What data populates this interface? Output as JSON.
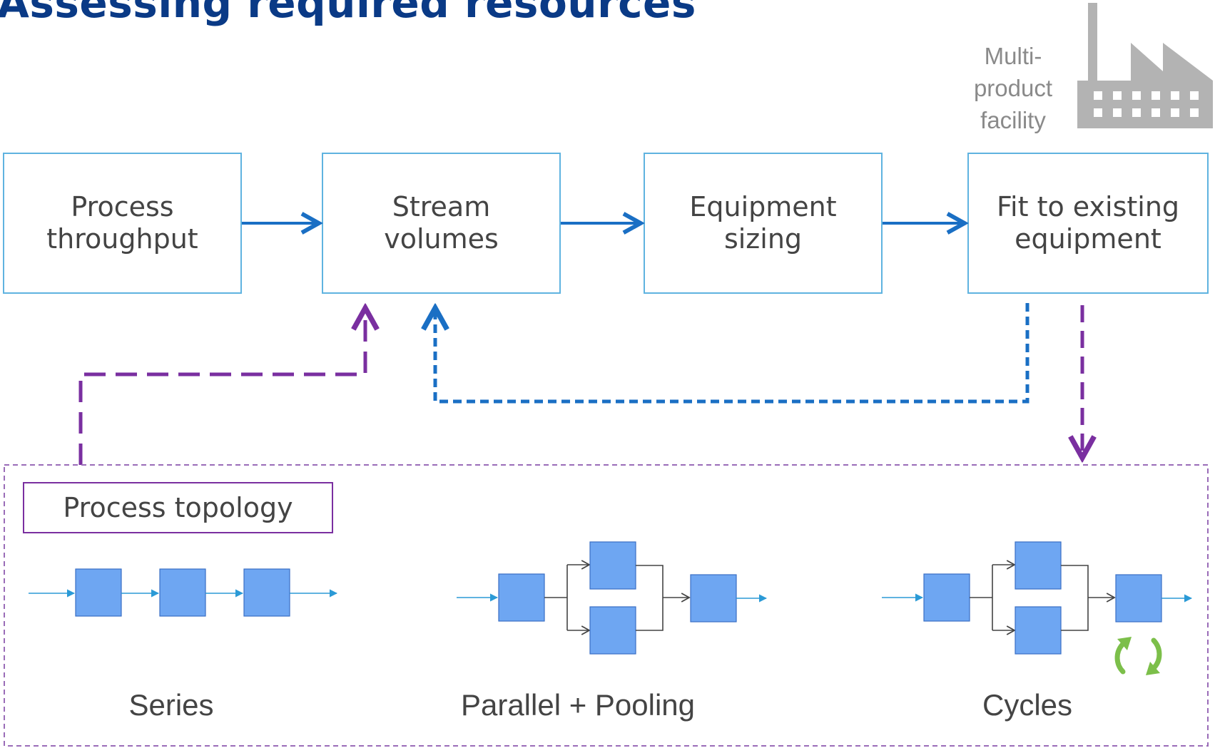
{
  "title": "Assessing required resources",
  "flow_steps": [
    {
      "label": "Process\nthroughput"
    },
    {
      "label": "Stream\nvolumes"
    },
    {
      "label": "Equipment\nsizing"
    },
    {
      "label": "Fit to existing\nequipment"
    }
  ],
  "facility": {
    "label": "Multi-\nproduct\nfacility",
    "icon": "factory-icon"
  },
  "topology": {
    "label": "Process topology",
    "patterns": [
      {
        "caption": "Series"
      },
      {
        "caption": "Parallel + Pooling"
      },
      {
        "caption": "Cycles",
        "icon": "cycle-arrows-icon"
      }
    ]
  },
  "colors": {
    "title": "#0a3a86",
    "box_border": "#5fb3e0",
    "flow_arrow": "#1a6fc4",
    "purple": "#7a2fa0",
    "unit_fill": "#6ea6f2",
    "cycle_icon": "#7cbf4a",
    "facility_icon": "#b3b3b3"
  }
}
